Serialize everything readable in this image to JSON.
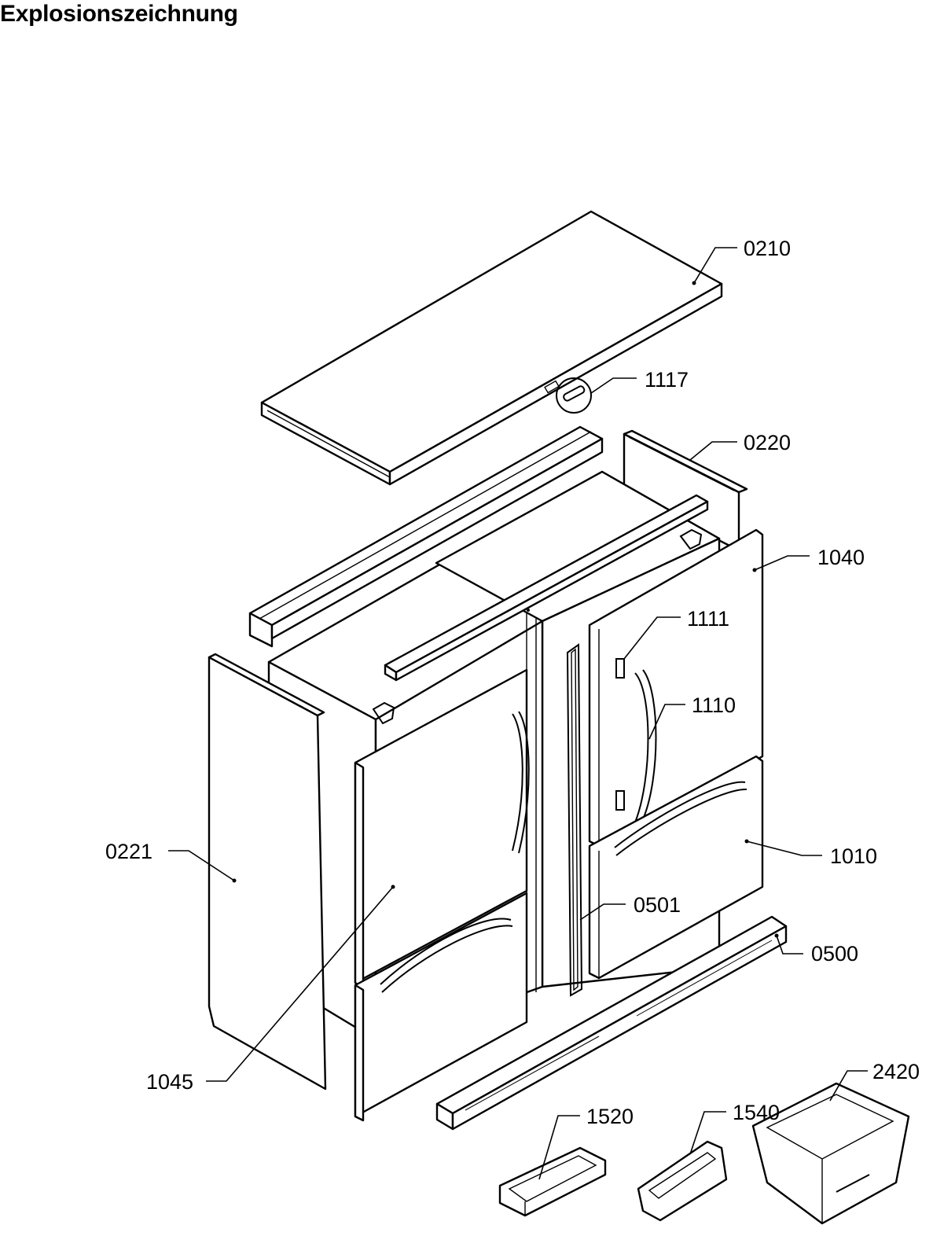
{
  "page": {
    "title": "Explosionszeichnung"
  },
  "diagram": {
    "labels": [
      {
        "id": "0210",
        "text": "0210"
      },
      {
        "id": "1117",
        "text": "1117"
      },
      {
        "id": "0220",
        "text": "0220"
      },
      {
        "id": "1040",
        "text": "1040"
      },
      {
        "id": "1111",
        "text": "1111"
      },
      {
        "id": "1110",
        "text": "1110"
      },
      {
        "id": "0221",
        "text": "0221"
      },
      {
        "id": "1010",
        "text": "1010"
      },
      {
        "id": "0501",
        "text": "0501"
      },
      {
        "id": "0500",
        "text": "0500"
      },
      {
        "id": "1045",
        "text": "1045"
      },
      {
        "id": "2420",
        "text": "2420"
      },
      {
        "id": "1520",
        "text": "1520"
      },
      {
        "id": "1540",
        "text": "1540"
      }
    ]
  }
}
